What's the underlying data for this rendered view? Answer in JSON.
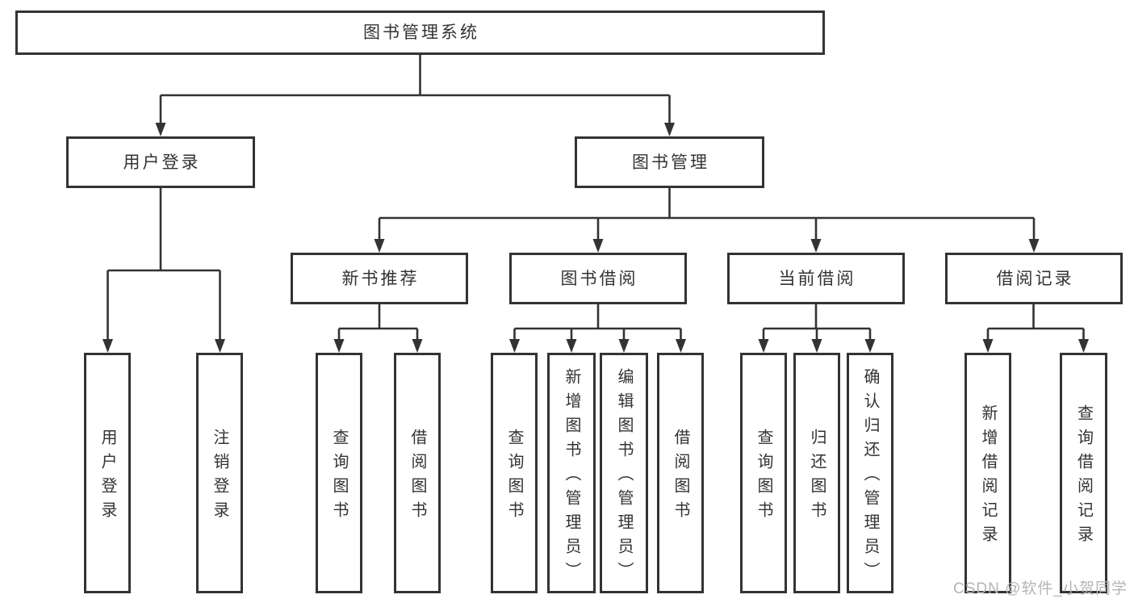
{
  "diagram": {
    "root": {
      "label": "图书管理系统"
    },
    "level2": [
      {
        "label": "用户登录"
      },
      {
        "label": "图书管理"
      }
    ],
    "level3": [
      {
        "label": "新书推荐"
      },
      {
        "label": "图书借阅"
      },
      {
        "label": "当前借阅"
      },
      {
        "label": "借阅记录"
      }
    ],
    "leaves": {
      "user_login": [
        "用户登录",
        "注销登录"
      ],
      "new_book_recommend": [
        "查询图书",
        "借阅图书"
      ],
      "book_borrow": [
        "查询图书",
        "新增图书（管理员）",
        "编辑图书（管理员）",
        "借阅图书"
      ],
      "current_borrow": [
        "查询图书",
        "归还图书",
        "确认归还（管理员）"
      ],
      "borrow_records": [
        "新增借阅记录",
        "查询借阅记录"
      ]
    },
    "watermark": "CSDN @软件_小贺同学",
    "colors": {
      "line": "#333333",
      "text": "#333333",
      "watermark": "#b5b5b5",
      "background": "#ffffff"
    }
  }
}
